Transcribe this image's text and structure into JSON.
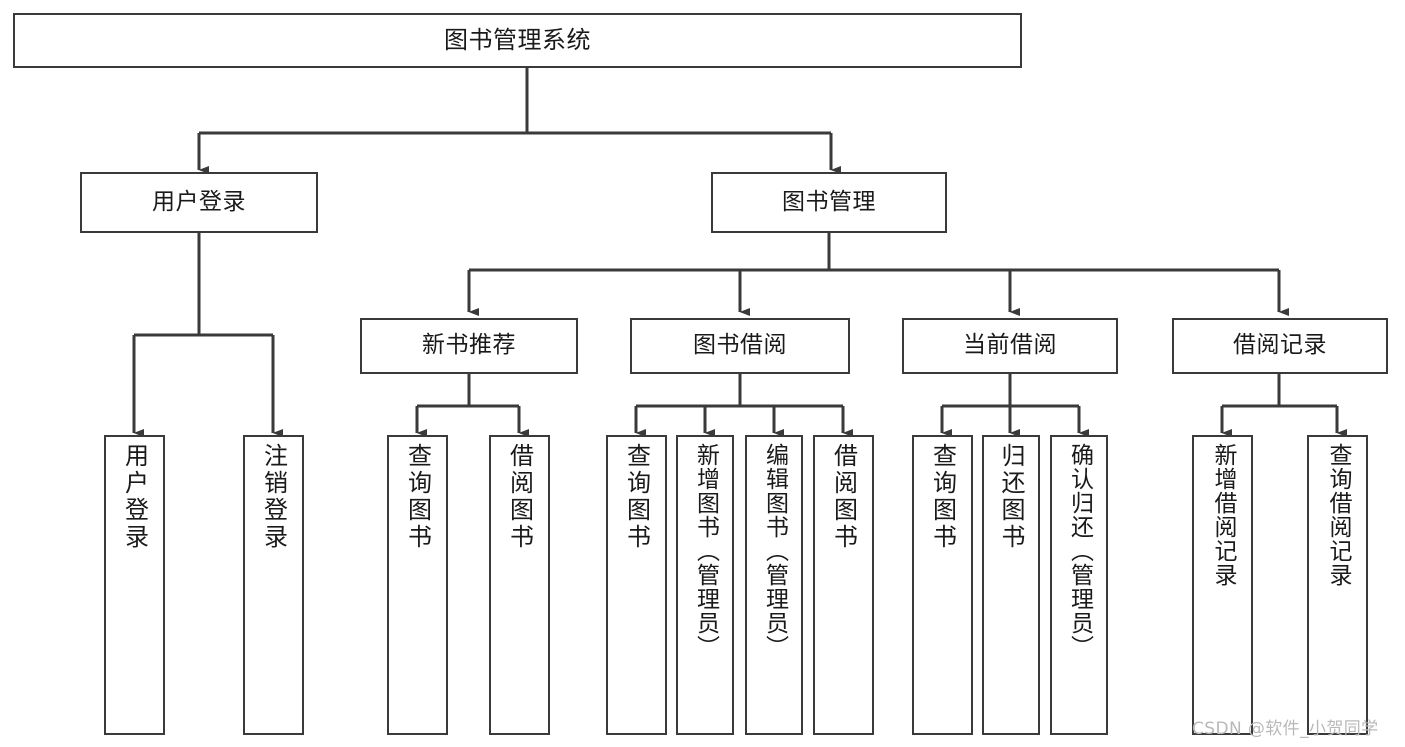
{
  "diagram": {
    "title": "图书管理系统",
    "watermark": "CSDN @软件_小贺同学",
    "stroke_color": "#3a3a3a",
    "fill_color": "#ffffff",
    "text_color": "#1a1a1a",
    "nodes": {
      "root": "图书管理系统",
      "level2": {
        "user_login": "用户登录",
        "book_manage": "图书管理"
      },
      "level3": {
        "new_book_recommend": "新书推荐",
        "book_borrow": "图书借阅",
        "current_borrow": "当前借阅",
        "borrow_record": "借阅记录"
      },
      "leaves": {
        "user_login_1": "用户登录",
        "user_login_2": "注销登录",
        "recommend_1": "查询图书",
        "recommend_2": "借阅图书",
        "borrow_1": "查询图书",
        "borrow_2": "新增图书（管理员）",
        "borrow_3": "编辑图书（管理员）",
        "borrow_4": "借阅图书",
        "current_1": "查询图书",
        "current_2": "归还图书",
        "current_3": "确认归还（管理员）",
        "record_1": "新增借阅记录",
        "record_2": "查询借阅记录"
      }
    }
  }
}
